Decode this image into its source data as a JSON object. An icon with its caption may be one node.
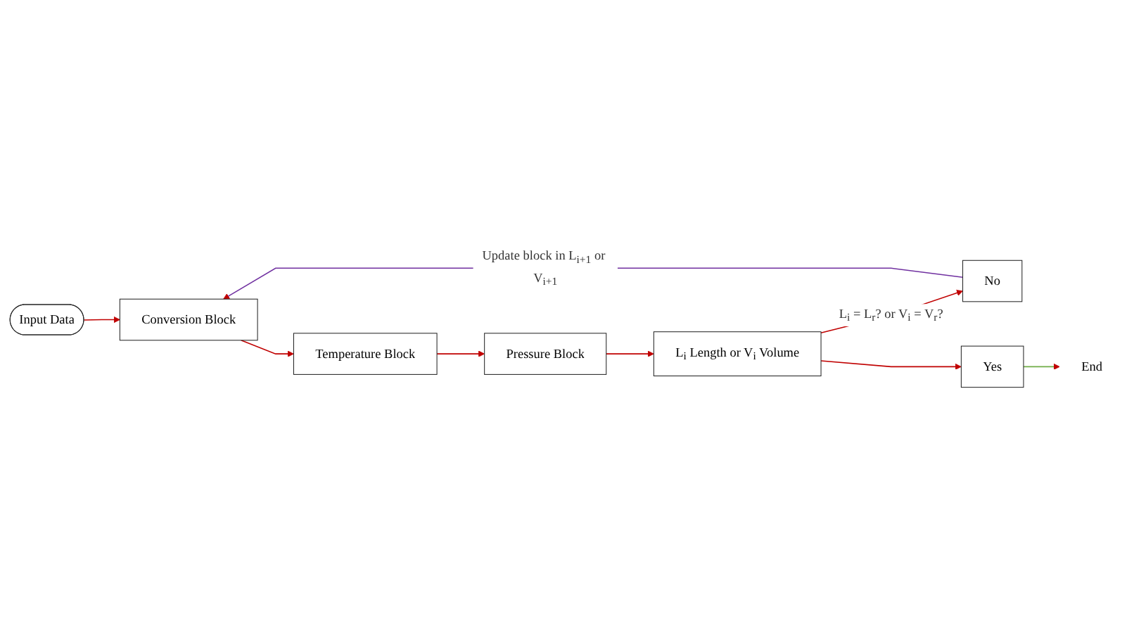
{
  "diagram": {
    "nodes": [
      {
        "text": [
          "Input Data"
        ]
      },
      {
        "text": [
          "Conversion Block"
        ]
      },
      {
        "text": [
          "Temperature Block"
        ]
      },
      {
        "text": [
          "Pressure Block"
        ]
      },
      {
        "text": [
          "L$_{i}$ Length or V$_{i}$ Volume"
        ]
      },
      {
        "text": [
          "No"
        ]
      },
      {
        "text": [
          "Yes"
        ]
      },
      {
        "text": [
          "End"
        ]
      }
    ],
    "edges": [
      {
        "from": 0,
        "to": 1,
        "arrow": "to"
      },
      {
        "from": 1,
        "to": 2,
        "arrow": "to"
      },
      {
        "from": 2,
        "to": 3,
        "arrow": "to"
      },
      {
        "from": 3,
        "to": 4,
        "arrow": "to"
      },
      {
        "from": 4,
        "to": 5,
        "arrow": "to",
        "label": "L$_{i}$ = L$_{r}$? or V$_{i}$ = V$_{r}$?"
      },
      {
        "from": 4,
        "to": 6,
        "arrow": "to"
      },
      {
        "from": 5,
        "to": 1,
        "arrow": "to",
        "label": "Update block in L$_{i+1}$ or V$_{i+1}$",
        "color": "#7030a0"
      },
      {
        "from": 6,
        "to": 7,
        "arrow": "to",
        "color": "#70ad47"
      }
    ]
  }
}
